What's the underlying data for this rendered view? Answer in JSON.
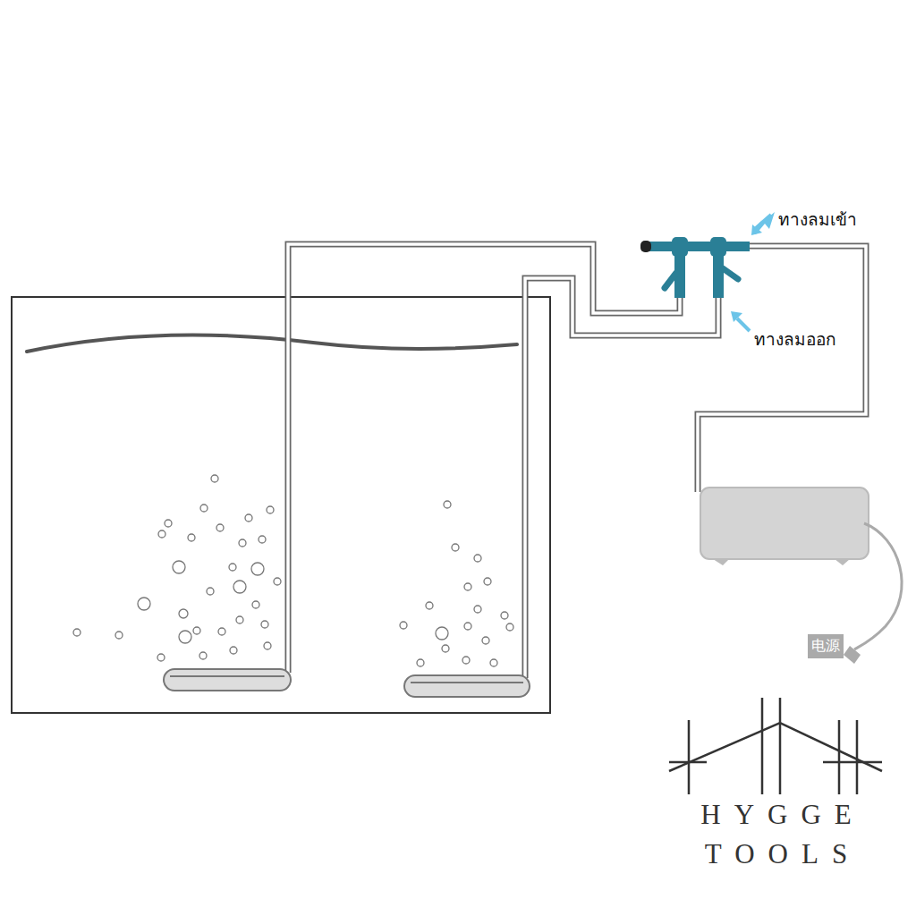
{
  "diagram": {
    "nodes": [
      {
        "text": [
          "电源"
        ]
      }
    ],
    "labels": [
      "ทางลมเข้า",
      "ทางลมออก",
      "HYGGE",
      "TOOLS"
    ]
  }
}
